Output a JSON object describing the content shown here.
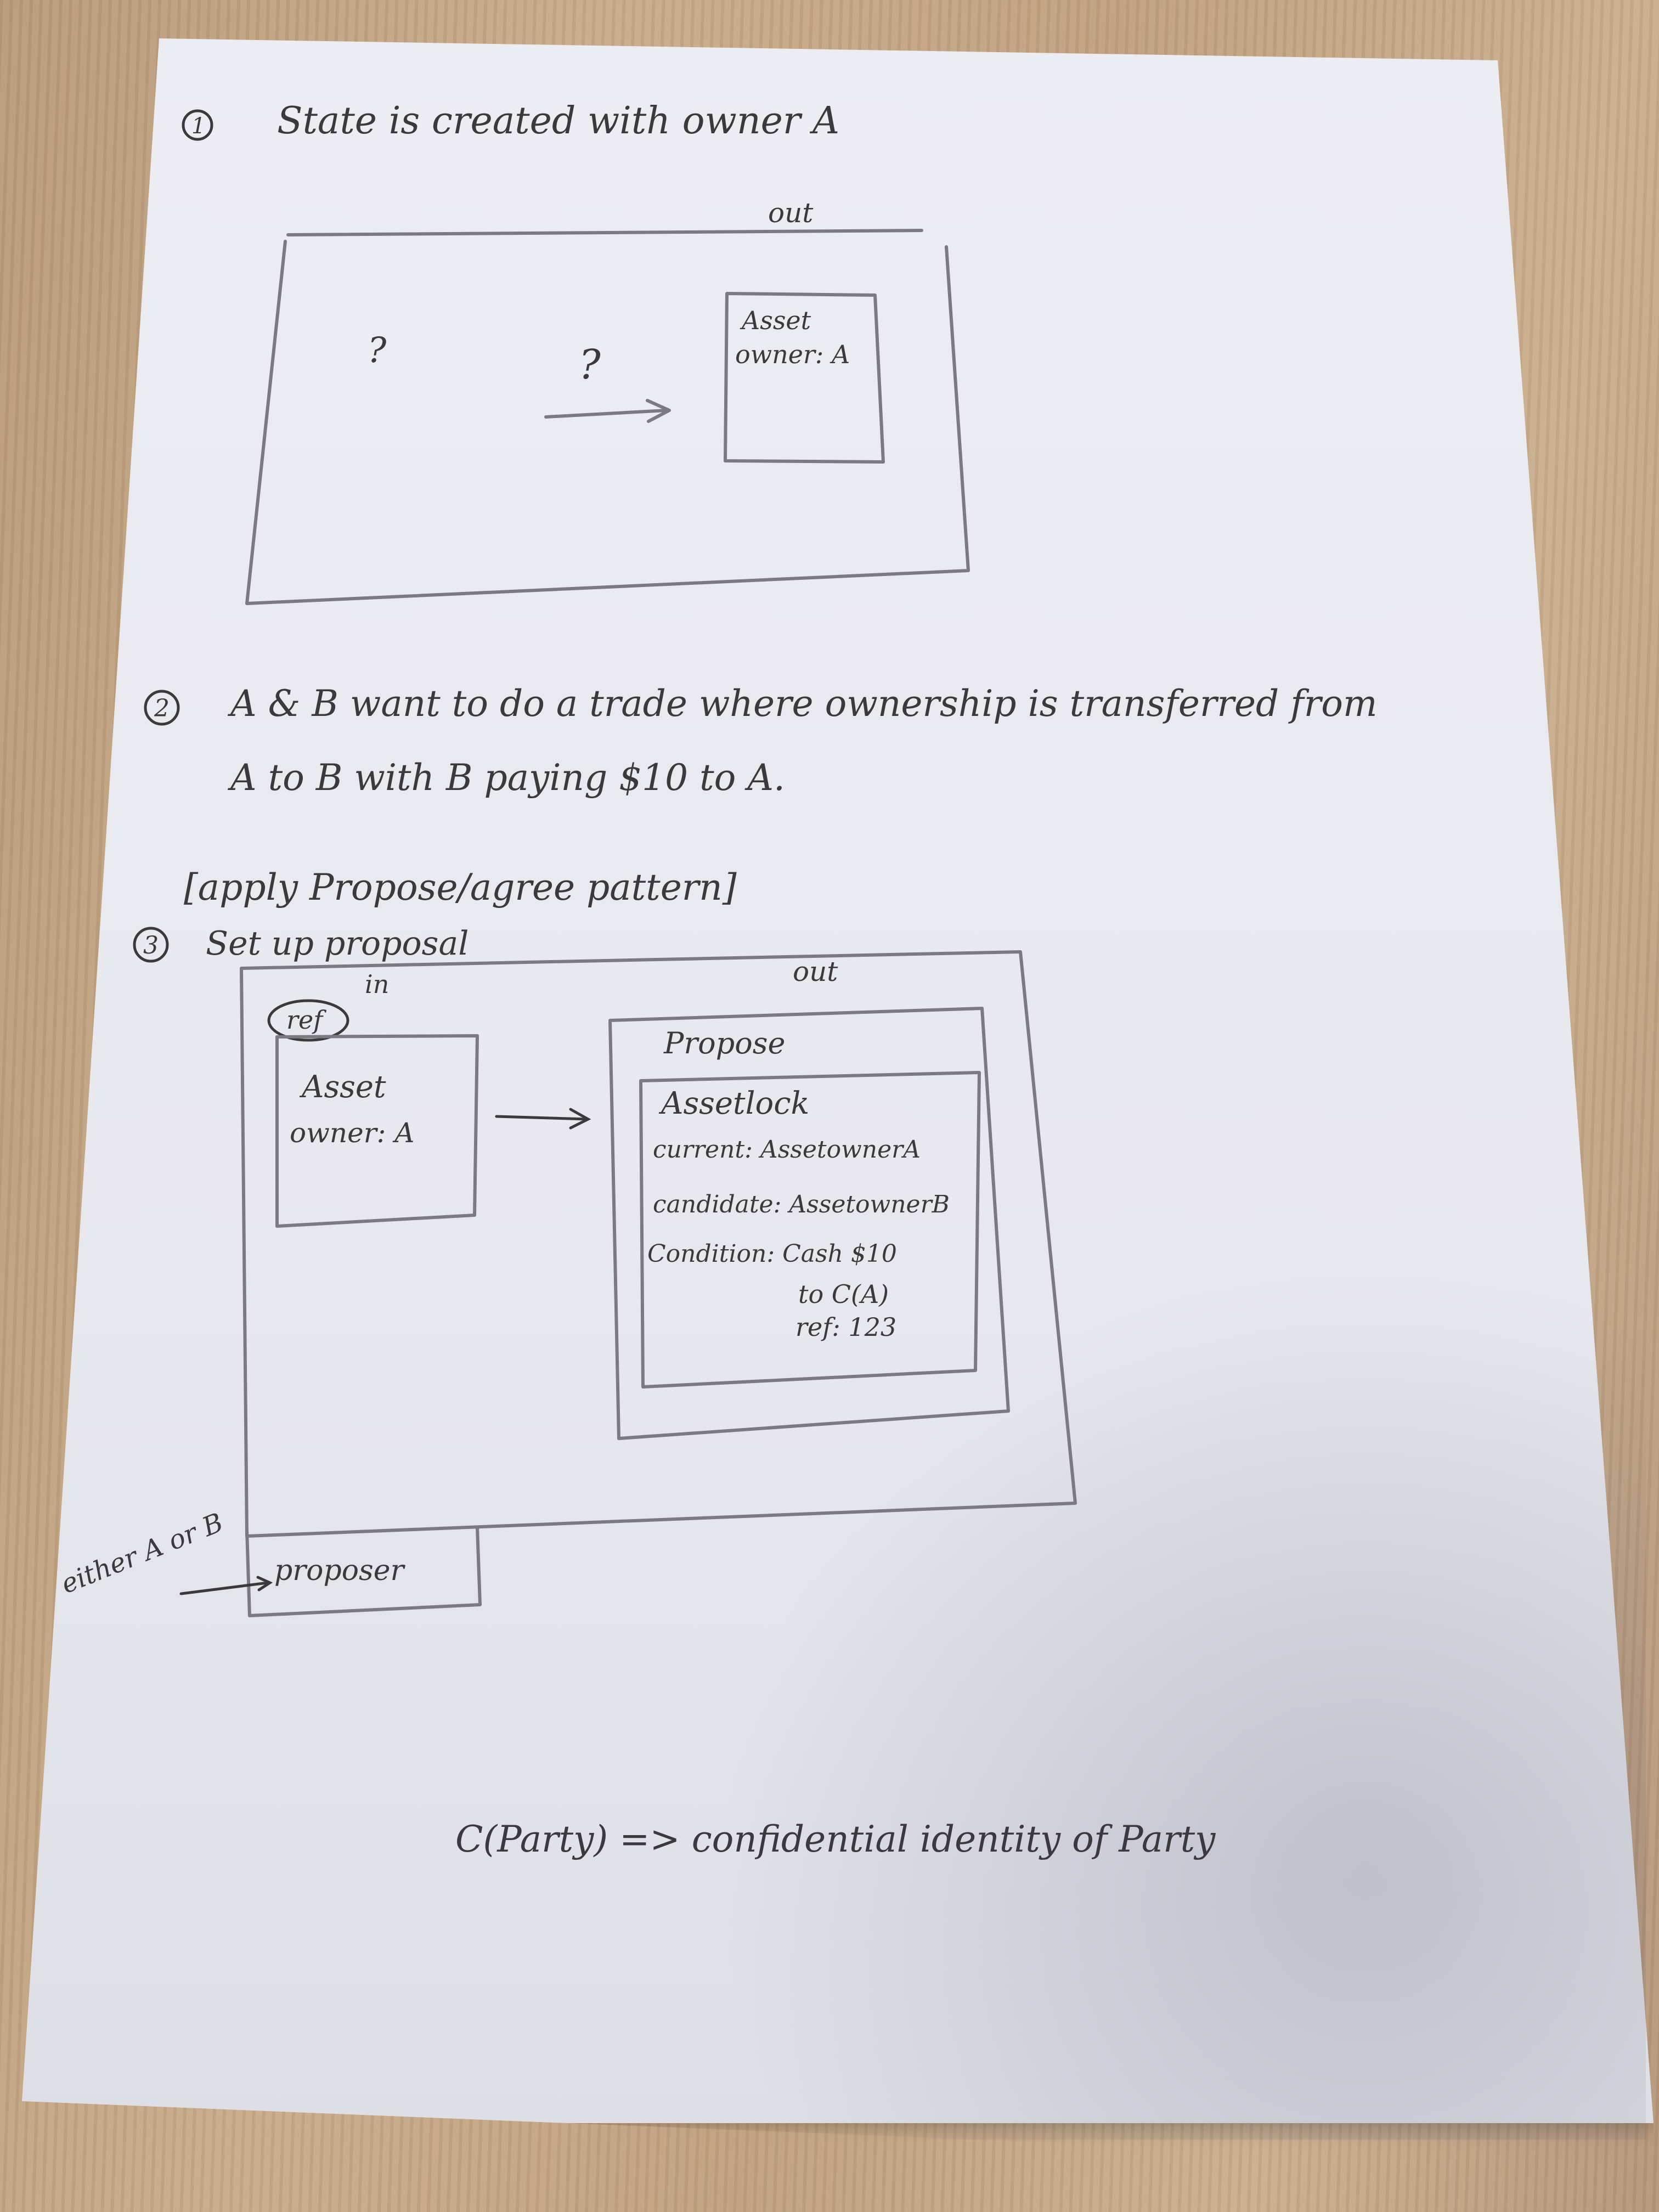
{
  "step1": {
    "number": "1",
    "text": "State is created with owner A",
    "out_label": "out",
    "question_1": "?",
    "question_2": "?",
    "asset_title": "Asset",
    "asset_owner": "owner: A"
  },
  "step2": {
    "number": "2",
    "line1": "A & B want to do a trade where ownership is transferred from",
    "line2": "A to B with B paying $10 to A."
  },
  "pattern_note": "[apply Propose/agree pattern]",
  "step3": {
    "number": "3",
    "text": "Set up proposal",
    "in_label": "in",
    "out_label": "out",
    "ref_label": "ref",
    "asset_title": "Asset",
    "asset_owner": "owner: A",
    "propose_title": "Propose",
    "assetlock_title": "Assetlock",
    "current": "current: AssetownerA",
    "candidate": "candidate: AssetownerB",
    "condition": "Condition: Cash $10",
    "condition_to": "to C(A)",
    "condition_ref": "ref: 123",
    "proposer_label": "proposer",
    "either_label": "either A or B"
  },
  "footnote": "C(Party) => confidential identity of Party"
}
